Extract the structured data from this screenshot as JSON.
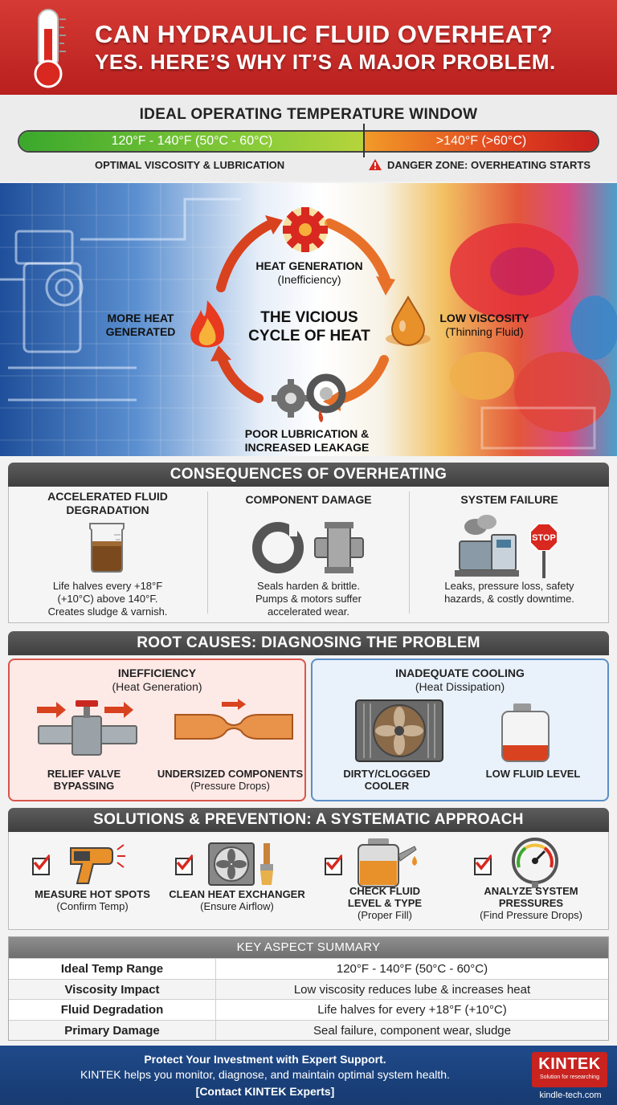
{
  "header": {
    "title_line1": "CAN HYDRAULIC FLUID OVERHEAT?",
    "title_line2": "YES. HERE’S WHY IT’S A MAJOR PROBLEM."
  },
  "temp_window": {
    "title": "IDEAL OPERATING TEMPERATURE WINDOW",
    "optimal_range": "120°F - 140°F (50°C - 60°C)",
    "danger_range": ">140°F (>60°C)",
    "optimal_label": "OPTIMAL VISCOSITY & LUBRICATION",
    "danger_label": "DANGER ZONE: OVERHEATING STARTS"
  },
  "cycle": {
    "center_line1": "THE VICIOUS",
    "center_line2": "CYCLE OF HEAT",
    "heat_generation_title": "HEAT GENERATION",
    "heat_generation_sub": "(Inefficiency)",
    "low_viscosity_title": "LOW VISCOSITY",
    "low_viscosity_sub": "(Thinning Fluid)",
    "poor_lube_line1": "POOR LUBRICATION &",
    "poor_lube_line2": "INCREASED LEAKAGE",
    "more_heat_line1": "MORE HEAT",
    "more_heat_line2": "GENERATED"
  },
  "consequences": {
    "title": "CONSEQUENCES OF OVERHEATING",
    "items": [
      {
        "title_l1": "ACCELERATED FLUID",
        "title_l2": "DEGRADATION",
        "desc_l1": "Life halves every +18°F",
        "desc_l2": "(+10°C) above 140°F.",
        "desc_l3": "Creates sludge & varnish."
      },
      {
        "title_l1": "COMPONENT DAMAGE",
        "title_l2": "",
        "desc_l1": "Seals harden & brittle.",
        "desc_l2": "Pumps & motors suffer",
        "desc_l3": "accelerated wear."
      },
      {
        "title_l1": "SYSTEM FAILURE",
        "title_l2": "",
        "desc_l1": "Leaks, pressure loss, safety",
        "desc_l2": "hazards, & costly downtime.",
        "desc_l3": ""
      }
    ],
    "stop_sign": "STOP"
  },
  "root_causes": {
    "title": "ROOT CAUSES: DIAGNOSING THE PROBLEM",
    "inefficiency_title": "INEFFICIENCY",
    "inefficiency_sub": "(Heat Generation)",
    "relief_l1": "RELIEF VALVE",
    "relief_l2": "BYPASSING",
    "undersized_l1": "UNDERSIZED COMPONENTS",
    "undersized_l2": "(Pressure Drops)",
    "cooling_title": "INADEQUATE COOLING",
    "cooling_sub": "(Heat Dissipation)",
    "dirty_l1": "DIRTY/CLOGGED",
    "dirty_l2": "COOLER",
    "low_fluid": "LOW FLUID LEVEL"
  },
  "solutions": {
    "title": "SOLUTIONS & PREVENTION: A SYSTEMATIC APPROACH",
    "items": [
      {
        "l1": "MEASURE HOT SPOTS",
        "l2": "(Confirm Temp)",
        "l3": ""
      },
      {
        "l1": "CLEAN HEAT EXCHANGER",
        "l2": "(Ensure Airflow)",
        "l3": ""
      },
      {
        "l1": "CHECK FLUID",
        "l2": "LEVEL & TYPE",
        "l3": "(Proper Fill)"
      },
      {
        "l1": "ANALYZE SYSTEM",
        "l2": "PRESSURES",
        "l3": "(Find Pressure Drops)"
      }
    ]
  },
  "summary": {
    "title": "KEY ASPECT SUMMARY",
    "rows": [
      {
        "key": "Ideal Temp Range",
        "value": "120°F - 140°F (50°C - 60°C)"
      },
      {
        "key": "Viscosity Impact",
        "value": "Low viscosity reduces lube & increases heat"
      },
      {
        "key": "Fluid Degradation",
        "value": "Life halves for every +18°F (+10°C)"
      },
      {
        "key": "Primary Damage",
        "value": "Seal failure, component wear, sludge"
      }
    ]
  },
  "footer": {
    "line1": "Protect Your Investment with Expert Support.",
    "line2": "KINTEK helps you monitor, diagnose, and maintain optimal system health.",
    "line3": "[Contact KINTEK Experts]",
    "logo": "KINTEK",
    "logo_sub": "Solution for researching",
    "url": "kindle-tech.com"
  },
  "colors": {
    "header_red": "#c62a26",
    "optimal_green": "#4caf2c",
    "danger_red": "#d8321f",
    "footer_blue": "#1f4a8a",
    "root_left_border": "#d9544a",
    "root_right_border": "#5b8fc6"
  },
  "icons": [
    "thermometer-icon",
    "gear-icon",
    "droplet-icon",
    "flame-icon",
    "gears-seal-icon",
    "warning-icon",
    "beaker-icon",
    "seal-ring-icon",
    "pipe-fitting-icon",
    "machine-icon",
    "stop-sign-icon",
    "valve-icon",
    "pipe-restriction-icon",
    "radiator-fan-icon",
    "reservoir-icon",
    "ir-thermometer-icon",
    "fan-brush-icon",
    "oil-can-icon",
    "pressure-gauge-icon",
    "checkbox-icon"
  ]
}
